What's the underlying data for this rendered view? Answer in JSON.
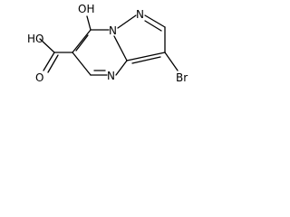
{
  "structure": {
    "atoms": {
      "hydroxyl": "OH",
      "acid_oh": "HO",
      "carbonyl_o": "O",
      "ring_n1": "N",
      "ring_n2": "N",
      "ring_n3": "N",
      "bromine": "Br"
    }
  },
  "colors": {
    "bond": "#000000",
    "label": "#000000",
    "background": "#ffffff"
  }
}
